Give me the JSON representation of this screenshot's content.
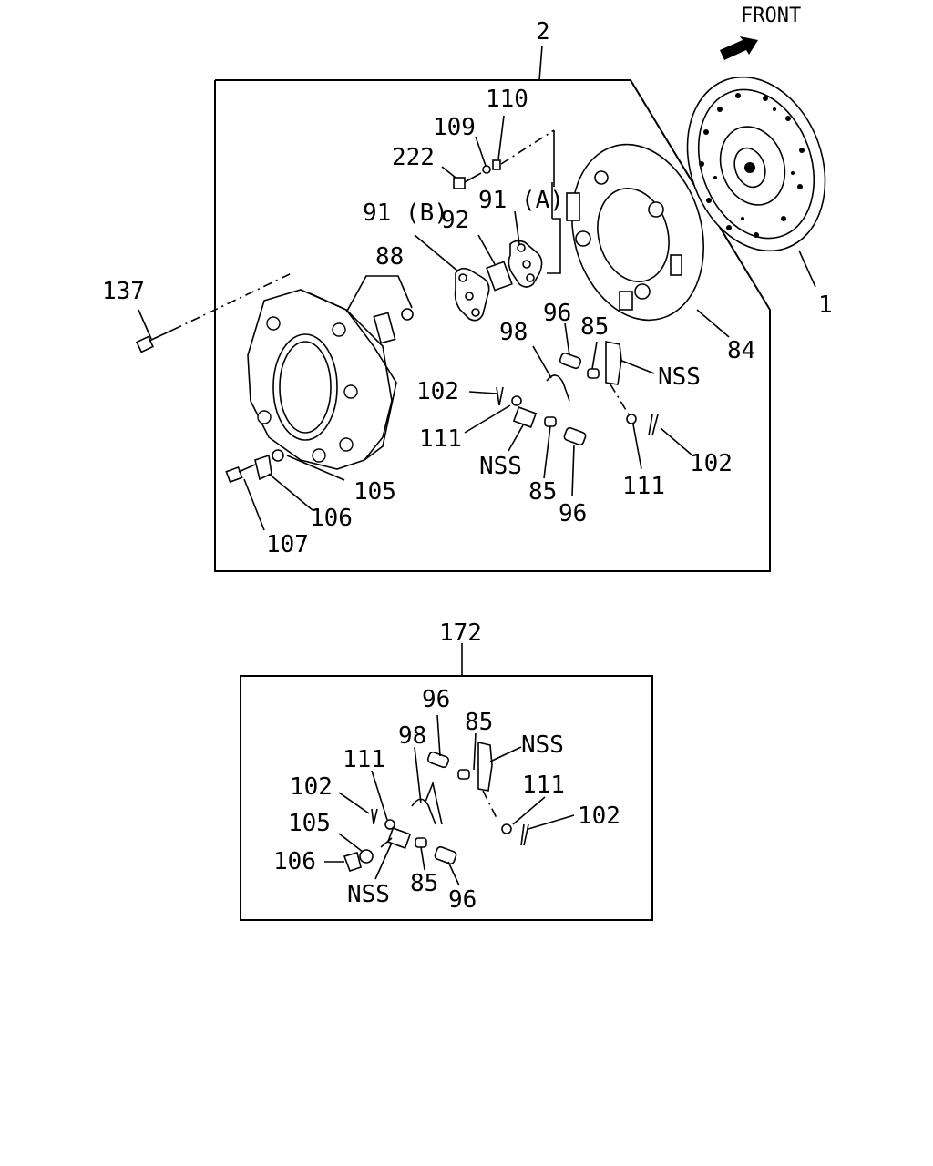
{
  "front_label": "FRONT",
  "labels": {
    "l2": "2",
    "l110": "110",
    "l109": "109",
    "l222": "222",
    "l91b": "91 (B)",
    "l92": "92",
    "l91a": "91 (A)",
    "l88": "88",
    "l137": "137",
    "l1": "1",
    "l84": "84",
    "l96a": "96",
    "l85a": "85",
    "l98a": "98",
    "lnss1": "NSS",
    "l102a": "102",
    "l111a": "111",
    "lnss2": "NSS",
    "l85b": "85",
    "l96b": "96",
    "l111b": "111",
    "l102b": "102",
    "l105": "105",
    "l106": "106",
    "l107": "107",
    "l172": "172",
    "k96a": "96",
    "k85a": "85",
    "knss1": "NSS",
    "k98": "98",
    "k111a": "111",
    "k102a": "102",
    "k111b": "111",
    "k102b": "102",
    "k105": "105",
    "k106": "106",
    "knss2": "NSS",
    "k85b": "85",
    "k96b": "96"
  }
}
